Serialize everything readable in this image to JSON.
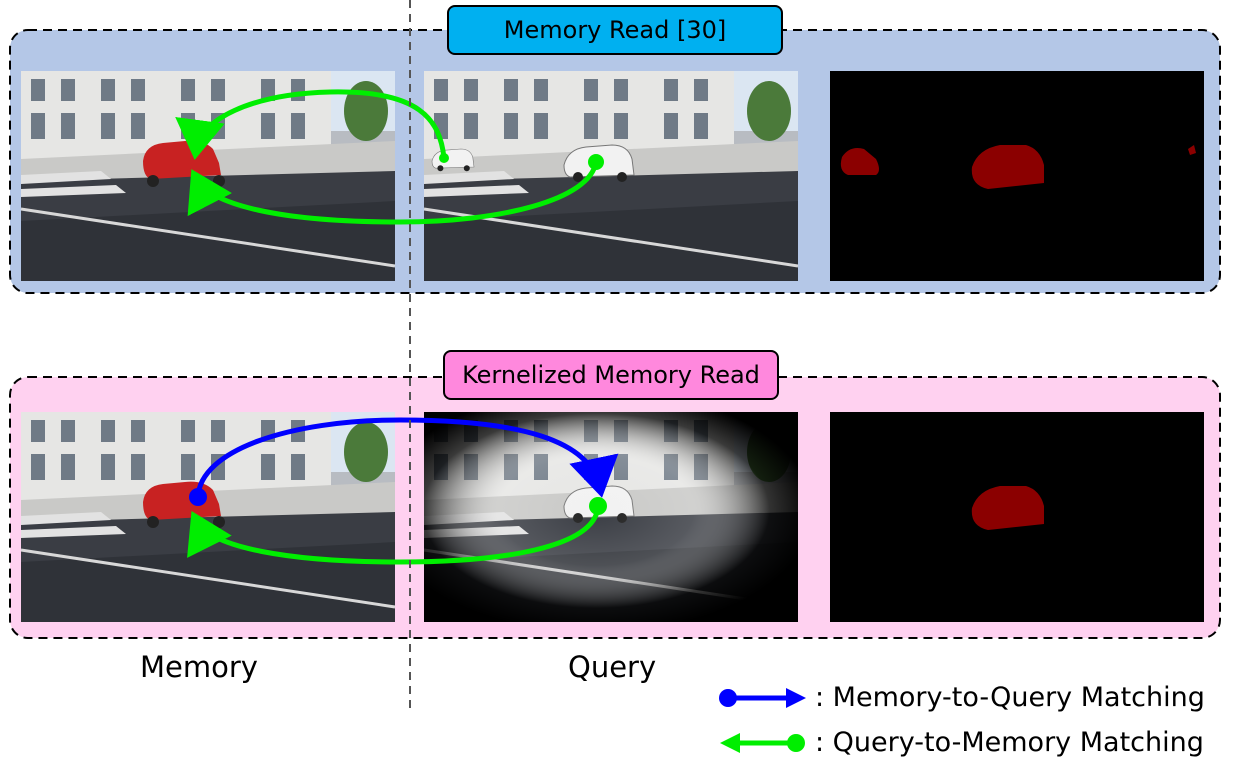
{
  "panels": {
    "top": {
      "title": "Memory Read [30]",
      "title_color": "#00b0f0",
      "bg": "#b4c7e7"
    },
    "bottom": {
      "title": "Kernelized Memory Read",
      "title_color": "#ff88dd",
      "bg": "#ffd1f0"
    }
  },
  "columns": {
    "memory": "Memory",
    "query": "Query"
  },
  "legend": {
    "m2q": {
      "label": ": Memory-to-Query Matching",
      "color": "#0000ff"
    },
    "q2m": {
      "label": ": Query-to-Memory Matching",
      "color": "#00ee00"
    }
  },
  "colors": {
    "mask": "#8b0000",
    "mask_overlay": "#cc2222"
  }
}
